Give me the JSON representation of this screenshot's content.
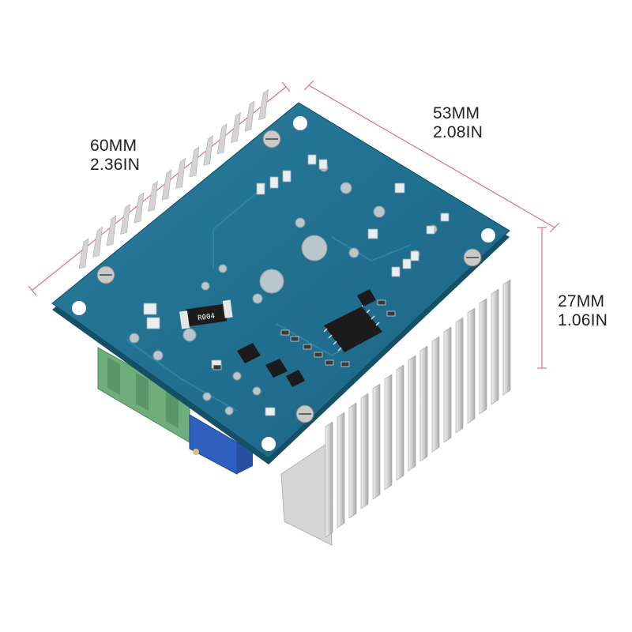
{
  "dimensions": {
    "width": {
      "mm": "60MM",
      "inch": "2.36IN"
    },
    "depth": {
      "mm": "53MM",
      "inch": "2.08IN"
    },
    "height": {
      "mm": "27MM",
      "inch": "1.06IN"
    }
  },
  "board": {
    "silkscreen_marking": "R004"
  },
  "colors": {
    "background": "#ffffff",
    "pcb": "#1f6f8f",
    "pcb_edge": "#145066",
    "heatsink": "#d9d9d9",
    "terminal_block": "#6fae7a",
    "potentiometer": "#2f5fbf",
    "dimension_line": "#e07070"
  }
}
